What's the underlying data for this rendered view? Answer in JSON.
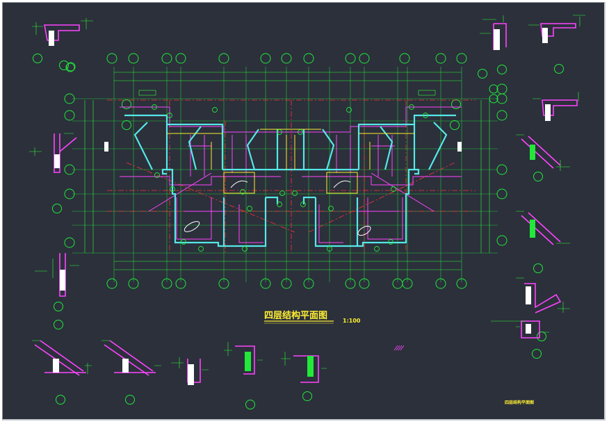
{
  "drawing": {
    "title": "四层结构平面图",
    "scale": "1:100",
    "stamp": "四层结构平面图"
  },
  "colors": {
    "background": "#2b303b",
    "axis_grid": "#22c83a",
    "bubble": "#22e83a",
    "dimension": "#33ff33",
    "beam": "#ff44ff",
    "wall": "#55e8e8",
    "centerline": "#ff3333",
    "accent_yellow": "#ffee33",
    "white": "#ffffff"
  }
}
